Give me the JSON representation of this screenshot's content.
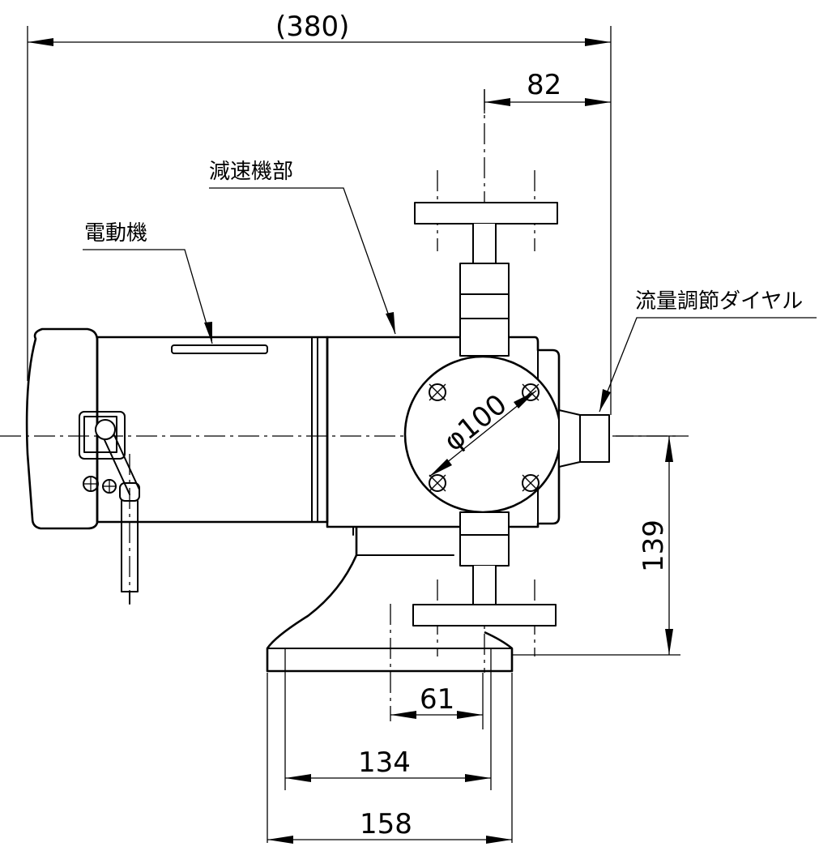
{
  "labels": {
    "motor": "電動機",
    "reducer": "減速機部",
    "flow_dial": "流量調節ダイヤル"
  },
  "dimensions": {
    "overall_length": "(380)",
    "dial_offset": "82",
    "diaphragm_diameter": "φ100",
    "center_height": "139",
    "base_61": "61",
    "base_134": "134",
    "base_158": "158"
  }
}
